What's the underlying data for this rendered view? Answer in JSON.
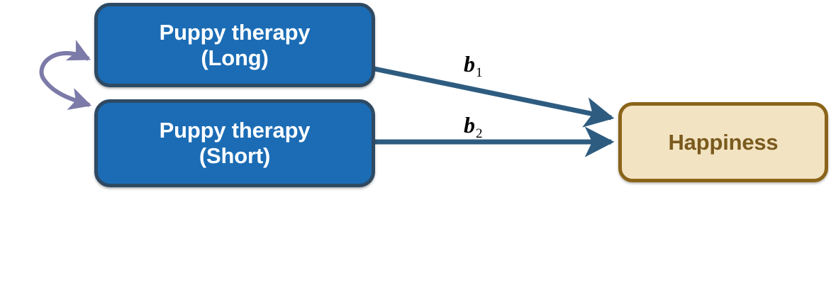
{
  "diagram": {
    "title": "Puppy therapy path diagram",
    "type": "path-diagram",
    "background_color": "#ffffff",
    "nodes": [
      {
        "id": "puppy-therapy-long",
        "label": "Puppy therapy\n(Long)",
        "role": "predictor",
        "fill_color": "#1b6cb5",
        "border_color": "#2e4a63",
        "text_color": "#ffffff"
      },
      {
        "id": "puppy-therapy-short",
        "label": "Puppy therapy\n(Short)",
        "role": "predictor",
        "fill_color": "#1b6cb5",
        "border_color": "#2e4a63",
        "text_color": "#ffffff"
      },
      {
        "id": "happiness",
        "label": "Happiness",
        "role": "outcome",
        "fill_color": "#f2e3c2",
        "border_color": "#8a6419",
        "text_color": "#7a5a1e"
      }
    ],
    "paths": [
      {
        "id": "b1",
        "coefficient": "b",
        "subscript": "1",
        "from": "puppy-therapy-long",
        "to": "happiness",
        "kind": "directed",
        "color": "#2e5c80"
      },
      {
        "id": "b2",
        "coefficient": "b",
        "subscript": "2",
        "from": "puppy-therapy-short",
        "to": "happiness",
        "kind": "directed",
        "color": "#2e5c80"
      },
      {
        "id": "correlation",
        "coefficient": "",
        "subscript": "",
        "from": "puppy-therapy-long",
        "to": "puppy-therapy-short",
        "kind": "bidirectional-curve",
        "color": "#7b7aa8"
      }
    ]
  }
}
